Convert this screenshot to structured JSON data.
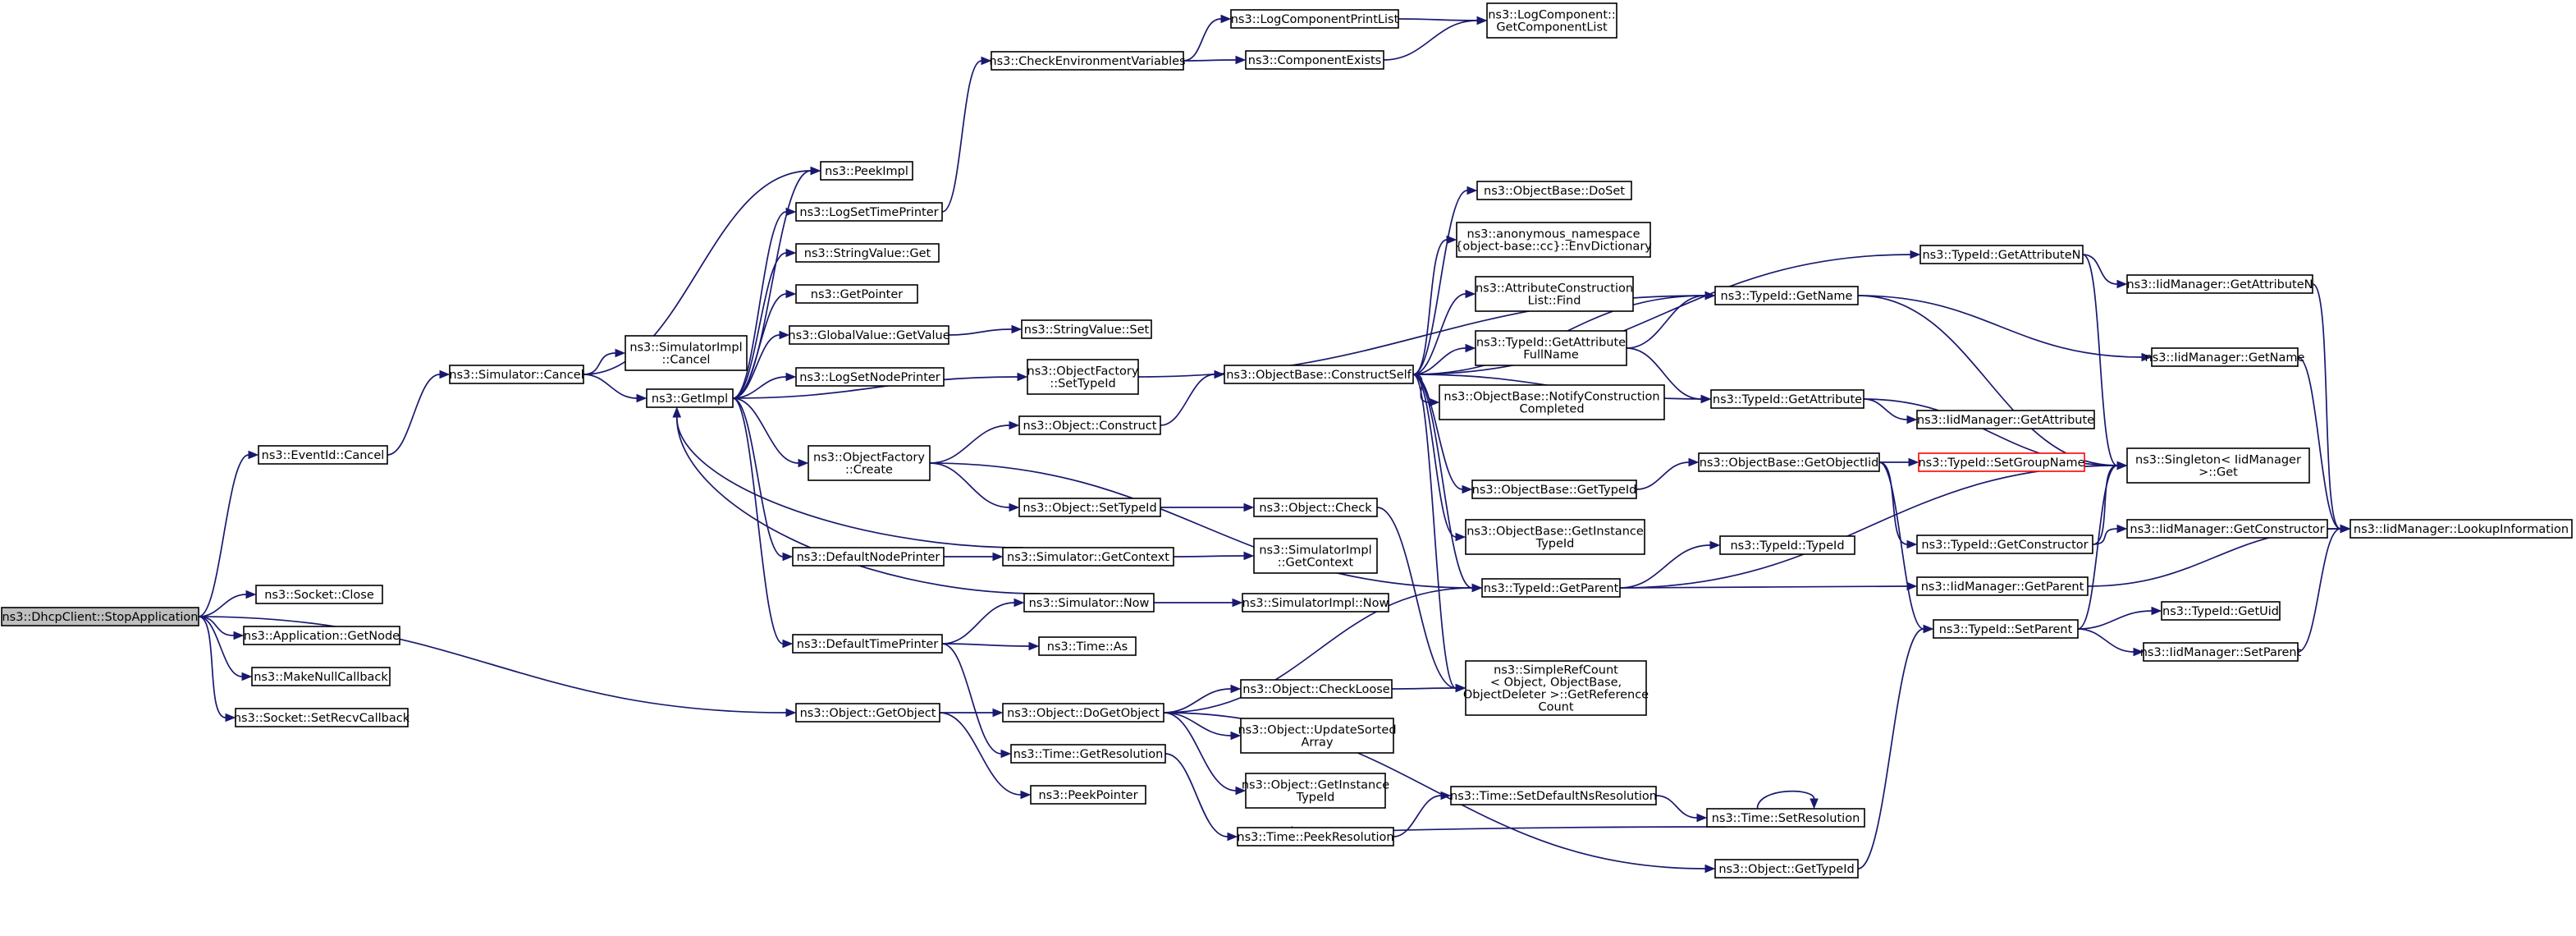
{
  "graph": {
    "title": "",
    "colors": {
      "edge": "#191970",
      "root_fill": "#bfbfbf",
      "node_stroke": "#000000",
      "truncated_stroke": "#ff0000"
    },
    "nodes": [
      {
        "id": "dhcp_stop",
        "lines": [
          "ns3::DhcpClient::StopApplication"
        ],
        "style": "root"
      },
      {
        "id": "eventid_cancel",
        "lines": [
          "ns3::EventId::Cancel"
        ]
      },
      {
        "id": "sim_cancel",
        "lines": [
          "ns3::Simulator::Cancel"
        ]
      },
      {
        "id": "peekimpl",
        "lines": [
          "ns3::PeekImpl"
        ]
      },
      {
        "id": "logsettimeprinter",
        "lines": [
          "ns3::LogSetTimePrinter"
        ]
      },
      {
        "id": "checkenv",
        "lines": [
          "ns3::CheckEnvironmentVariables"
        ]
      },
      {
        "id": "logcompprintlist",
        "lines": [
          "ns3::LogComponentPrintList"
        ]
      },
      {
        "id": "logcompgetlist",
        "lines": [
          "ns3::LogComponent::",
          "GetComponentList"
        ]
      },
      {
        "id": "compexists",
        "lines": [
          "ns3::ComponentExists"
        ]
      },
      {
        "id": "simimpl_cancel",
        "lines": [
          "ns3::SimulatorImpl",
          "::Cancel"
        ]
      },
      {
        "id": "getimpl",
        "lines": [
          "ns3::GetImpl"
        ]
      },
      {
        "id": "stringvalue_get",
        "lines": [
          "ns3::StringValue::Get"
        ]
      },
      {
        "id": "getpointer",
        "lines": [
          "ns3::GetPointer"
        ]
      },
      {
        "id": "globalvalue_getvalue",
        "lines": [
          "ns3::GlobalValue::GetValue"
        ]
      },
      {
        "id": "stringvalue_set",
        "lines": [
          "ns3::StringValue::Set"
        ]
      },
      {
        "id": "logsetnodeprinter",
        "lines": [
          "ns3::LogSetNodePrinter"
        ]
      },
      {
        "id": "objfactory_settypeid",
        "lines": [
          "ns3::ObjectFactory",
          "::SetTypeId"
        ]
      },
      {
        "id": "objfactory_create",
        "lines": [
          "ns3::ObjectFactory",
          "::Create"
        ]
      },
      {
        "id": "object_construct",
        "lines": [
          "ns3::Object::Construct"
        ]
      },
      {
        "id": "objbase_constructself",
        "lines": [
          "ns3::ObjectBase::ConstructSelf"
        ]
      },
      {
        "id": "object_settypeid",
        "lines": [
          "ns3::Object::SetTypeId"
        ]
      },
      {
        "id": "object_check",
        "lines": [
          "ns3::Object::Check"
        ]
      },
      {
        "id": "defaultnodeprinter",
        "lines": [
          "ns3::DefaultNodePrinter"
        ]
      },
      {
        "id": "sim_getcontext",
        "lines": [
          "ns3::Simulator::GetContext"
        ]
      },
      {
        "id": "simimpl_getcontext",
        "lines": [
          "ns3::SimulatorImpl",
          "::GetContext"
        ]
      },
      {
        "id": "sim_now",
        "lines": [
          "ns3::Simulator::Now"
        ]
      },
      {
        "id": "simimpl_now",
        "lines": [
          "ns3::SimulatorImpl::Now"
        ]
      },
      {
        "id": "defaulttimeprinter",
        "lines": [
          "ns3::DefaultTimePrinter"
        ]
      },
      {
        "id": "time_as",
        "lines": [
          "ns3::Time::As"
        ]
      },
      {
        "id": "socket_close",
        "lines": [
          "ns3::Socket::Close"
        ]
      },
      {
        "id": "app_getnode",
        "lines": [
          "ns3::Application::GetNode"
        ]
      },
      {
        "id": "makenullcallback",
        "lines": [
          "ns3::MakeNullCallback"
        ]
      },
      {
        "id": "socket_setrecvcallback",
        "lines": [
          "ns3::Socket::SetRecvCallback"
        ]
      },
      {
        "id": "object_getobject",
        "lines": [
          "ns3::Object::GetObject"
        ]
      },
      {
        "id": "object_dogetobject",
        "lines": [
          "ns3::Object::DoGetObject"
        ]
      },
      {
        "id": "time_getresolution",
        "lines": [
          "ns3::Time::GetResolution"
        ]
      },
      {
        "id": "peekpointer",
        "lines": [
          "ns3::PeekPointer"
        ]
      },
      {
        "id": "object_checkloose",
        "lines": [
          "ns3::Object::CheckLoose"
        ]
      },
      {
        "id": "object_updatesortedarray",
        "lines": [
          "ns3::Object::UpdateSorted",
          "Array"
        ]
      },
      {
        "id": "object_getinstancetypeid",
        "lines": [
          "ns3::Object::GetInstance",
          "TypeId"
        ]
      },
      {
        "id": "time_peekresolution",
        "lines": [
          "ns3::Time::PeekResolution"
        ]
      },
      {
        "id": "time_setdefaultnsresolution",
        "lines": [
          "ns3::Time::SetDefaultNsResolution"
        ]
      },
      {
        "id": "time_setresolution",
        "lines": [
          "ns3::Time::SetResolution"
        ]
      },
      {
        "id": "object_gettypeid",
        "lines": [
          "ns3::Object::GetTypeId"
        ]
      },
      {
        "id": "objbase_doset",
        "lines": [
          "ns3::ObjectBase::DoSet"
        ]
      },
      {
        "id": "envdictionary",
        "lines": [
          "ns3::anonymous_namespace",
          "{object-base::cc}::EnvDictionary"
        ]
      },
      {
        "id": "attrconstlist_find",
        "lines": [
          "ns3::AttributeConstruction",
          "List::Find"
        ]
      },
      {
        "id": "typeid_getattributefullname",
        "lines": [
          "ns3::TypeId::GetAttribute",
          "FullName"
        ]
      },
      {
        "id": "objbase_notifyconstructioncompleted",
        "lines": [
          "ns3::ObjectBase::NotifyConstruction",
          "Completed"
        ]
      },
      {
        "id": "objbase_gettypeid",
        "lines": [
          "ns3::ObjectBase::GetTypeId"
        ]
      },
      {
        "id": "objbase_getinstancetypeid",
        "lines": [
          "ns3::ObjectBase::GetInstance",
          "TypeId"
        ]
      },
      {
        "id": "typeid_getparent",
        "lines": [
          "ns3::TypeId::GetParent"
        ]
      },
      {
        "id": "simplerefcount",
        "lines": [
          "ns3::SimpleRefCount",
          "< Object, ObjectBase,",
          "ObjectDeleter >::GetReference",
          "Count"
        ]
      },
      {
        "id": "typeid_getname",
        "lines": [
          "ns3::TypeId::GetName"
        ]
      },
      {
        "id": "typeid_getattribute",
        "lines": [
          "ns3::TypeId::GetAttribute"
        ]
      },
      {
        "id": "objbase_getobjectiid",
        "lines": [
          "ns3::ObjectBase::GetObjectIid"
        ]
      },
      {
        "id": "typeid_typeid",
        "lines": [
          "ns3::TypeId::TypeId"
        ]
      },
      {
        "id": "typeid_getattributen",
        "lines": [
          "ns3::TypeId::GetAttributeN"
        ]
      },
      {
        "id": "iidmgr_getattributen",
        "lines": [
          "ns3::IidManager::GetAttributeN"
        ]
      },
      {
        "id": "iidmgr_getname",
        "lines": [
          "ns3::IidManager::GetName"
        ]
      },
      {
        "id": "iidmgr_getattribute",
        "lines": [
          "ns3::IidManager::GetAttribute"
        ]
      },
      {
        "id": "typeid_setgroupname",
        "lines": [
          "ns3::TypeId::SetGroupName"
        ],
        "style": "red"
      },
      {
        "id": "singleton_get",
        "lines": [
          "ns3::Singleton< IidManager",
          ">::Get"
        ]
      },
      {
        "id": "typeid_getconstructor",
        "lines": [
          "ns3::TypeId::GetConstructor"
        ]
      },
      {
        "id": "iidmgr_getconstructor",
        "lines": [
          "ns3::IidManager::GetConstructor"
        ]
      },
      {
        "id": "iidmgr_lookupinformation",
        "lines": [
          "ns3::IidManager::LookupInformation"
        ]
      },
      {
        "id": "iidmgr_getparent",
        "lines": [
          "ns3::IidManager::GetParent"
        ]
      },
      {
        "id": "typeid_setparent",
        "lines": [
          "ns3::TypeId::SetParent"
        ]
      },
      {
        "id": "typeid_getuid",
        "lines": [
          "ns3::TypeId::GetUid"
        ]
      },
      {
        "id": "iidmgr_setparent",
        "lines": [
          "ns3::IidManager::SetParent"
        ]
      }
    ],
    "edges": [
      [
        "dhcp_stop",
        "eventid_cancel"
      ],
      [
        "dhcp_stop",
        "socket_close"
      ],
      [
        "dhcp_stop",
        "app_getnode"
      ],
      [
        "dhcp_stop",
        "makenullcallback"
      ],
      [
        "dhcp_stop",
        "socket_setrecvcallback"
      ],
      [
        "dhcp_stop",
        "object_getobject"
      ],
      [
        "eventid_cancel",
        "sim_cancel"
      ],
      [
        "sim_cancel",
        "peekimpl"
      ],
      [
        "sim_cancel",
        "simimpl_cancel"
      ],
      [
        "sim_cancel",
        "getimpl"
      ],
      [
        "getimpl",
        "peekimpl"
      ],
      [
        "getimpl",
        "logsettimeprinter"
      ],
      [
        "getimpl",
        "stringvalue_get"
      ],
      [
        "getimpl",
        "getpointer"
      ],
      [
        "getimpl",
        "globalvalue_getvalue"
      ],
      [
        "getimpl",
        "logsetnodeprinter"
      ],
      [
        "getimpl",
        "objfactory_settypeid"
      ],
      [
        "getimpl",
        "objfactory_create"
      ],
      [
        "getimpl",
        "defaultnodeprinter"
      ],
      [
        "getimpl",
        "defaulttimeprinter"
      ],
      [
        "logsettimeprinter",
        "checkenv"
      ],
      [
        "checkenv",
        "logcompprintlist"
      ],
      [
        "checkenv",
        "compexists"
      ],
      [
        "logcompprintlist",
        "logcompgetlist"
      ],
      [
        "compexists",
        "logcompgetlist"
      ],
      [
        "globalvalue_getvalue",
        "stringvalue_set"
      ],
      [
        "objfactory_settypeid",
        "typeid_getname"
      ],
      [
        "objfactory_create",
        "object_construct"
      ],
      [
        "objfactory_create",
        "object_settypeid"
      ],
      [
        "objfactory_create",
        "typeid_getparent"
      ],
      [
        "object_construct",
        "objbase_constructself"
      ],
      [
        "object_settypeid",
        "object_check"
      ],
      [
        "object_check",
        "simplerefcount"
      ],
      [
        "sim_getcontext",
        "getimpl"
      ],
      [
        "sim_getcontext",
        "simimpl_getcontext"
      ],
      [
        "defaultnodeprinter",
        "sim_getcontext"
      ],
      [
        "sim_now",
        "getimpl"
      ],
      [
        "sim_now",
        "simimpl_now"
      ],
      [
        "defaulttimeprinter",
        "sim_now"
      ],
      [
        "defaulttimeprinter",
        "time_as"
      ],
      [
        "defaulttimeprinter",
        "time_getresolution"
      ],
      [
        "object_getobject",
        "object_dogetobject"
      ],
      [
        "object_getobject",
        "peekpointer"
      ],
      [
        "object_dogetobject",
        "typeid_getparent"
      ],
      [
        "object_dogetobject",
        "object_checkloose"
      ],
      [
        "object_dogetobject",
        "object_updatesortedarray"
      ],
      [
        "object_dogetobject",
        "object_getinstancetypeid"
      ],
      [
        "object_dogetobject",
        "object_gettypeid"
      ],
      [
        "object_checkloose",
        "simplerefcount"
      ],
      [
        "time_getresolution",
        "time_peekresolution"
      ],
      [
        "time_peekresolution",
        "time_setdefaultnsresolution"
      ],
      [
        "time_setdefaultnsresolution",
        "time_setresolution"
      ],
      [
        "time_setresolution",
        "time_setresolution"
      ],
      [
        "time_setresolution",
        "time_peekresolution"
      ],
      [
        "object_gettypeid",
        "typeid_setparent"
      ],
      [
        "objbase_constructself",
        "objbase_doset"
      ],
      [
        "objbase_constructself",
        "envdictionary"
      ],
      [
        "objbase_constructself",
        "attrconstlist_find"
      ],
      [
        "objbase_constructself",
        "typeid_getattributefullname"
      ],
      [
        "objbase_constructself",
        "objbase_notifyconstructioncompleted"
      ],
      [
        "objbase_constructself",
        "objbase_gettypeid"
      ],
      [
        "objbase_constructself",
        "objbase_getinstancetypeid"
      ],
      [
        "objbase_constructself",
        "typeid_getparent"
      ],
      [
        "objbase_constructself",
        "simplerefcount"
      ],
      [
        "objbase_constructself",
        "typeid_getname"
      ],
      [
        "objbase_constructself",
        "typeid_getattribute"
      ],
      [
        "objbase_constructself",
        "typeid_getattributen"
      ],
      [
        "typeid_getattributefullname",
        "typeid_getname"
      ],
      [
        "typeid_getattributefullname",
        "typeid_getattribute"
      ],
      [
        "objbase_gettypeid",
        "objbase_getobjectiid"
      ],
      [
        "typeid_getparent",
        "typeid_typeid"
      ],
      [
        "typeid_getparent",
        "iidmgr_getparent"
      ],
      [
        "typeid_getparent",
        "singleton_get"
      ],
      [
        "typeid_getname",
        "iidmgr_getname"
      ],
      [
        "typeid_getname",
        "singleton_get"
      ],
      [
        "typeid_getattribute",
        "iidmgr_getattribute"
      ],
      [
        "typeid_getattribute",
        "singleton_get"
      ],
      [
        "objbase_getobjectiid",
        "typeid_setgroupname"
      ],
      [
        "objbase_getobjectiid",
        "typeid_setparent"
      ],
      [
        "objbase_getobjectiid",
        "typeid_getconstructor"
      ],
      [
        "typeid_getattributen",
        "iidmgr_getattributen"
      ],
      [
        "typeid_getattributen",
        "singleton_get"
      ],
      [
        "typeid_getconstructor",
        "iidmgr_getconstructor"
      ],
      [
        "typeid_getconstructor",
        "singleton_get"
      ],
      [
        "typeid_setparent",
        "typeid_getuid"
      ],
      [
        "typeid_setparent",
        "iidmgr_setparent"
      ],
      [
        "typeid_setparent",
        "singleton_get"
      ],
      [
        "iidmgr_getattributen",
        "iidmgr_lookupinformation"
      ],
      [
        "iidmgr_getname",
        "iidmgr_lookupinformation"
      ],
      [
        "iidmgr_getconstructor",
        "iidmgr_lookupinformation"
      ],
      [
        "iidmgr_getparent",
        "iidmgr_lookupinformation"
      ],
      [
        "iidmgr_setparent",
        "iidmgr_lookupinformation"
      ]
    ]
  }
}
